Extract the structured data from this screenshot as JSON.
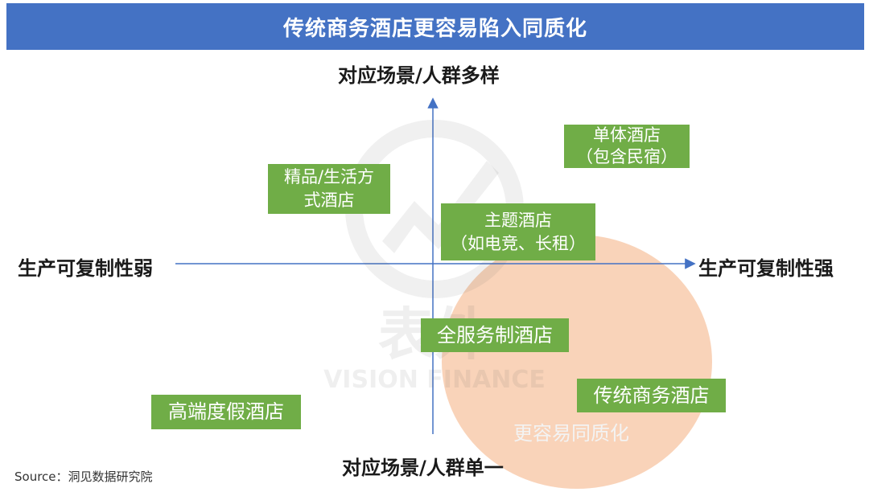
{
  "title": "传统商务酒店更容易陷入同质化",
  "axes": {
    "top": "对应场景/人群多样",
    "bottom": "对应场景/人群单一",
    "left": "生产可复制性弱",
    "right": "生产可复制性强"
  },
  "boxes": {
    "boutique": {
      "lines": [
        "精品/生活方",
        "式酒店"
      ]
    },
    "single": {
      "lines": [
        "单体酒店",
        "（包含民宿）"
      ]
    },
    "theme": {
      "lines": [
        "主题酒店",
        "（如电竞、长租）"
      ]
    },
    "full_service": {
      "lines": [
        "全服务制酒店"
      ]
    },
    "business": {
      "lines": [
        "传统商务酒店"
      ]
    },
    "resort": {
      "lines": [
        "高端度假酒店"
      ]
    }
  },
  "highlight": {
    "label": "更容易同质化",
    "color": "#f8cbad"
  },
  "colors": {
    "header": "#4472c4",
    "box": "#70ad47",
    "axis": "#4472c4"
  },
  "watermark": {
    "cn": "表外",
    "en": "VISION FINANCE"
  },
  "source": "Source：洞见数据研究院"
}
